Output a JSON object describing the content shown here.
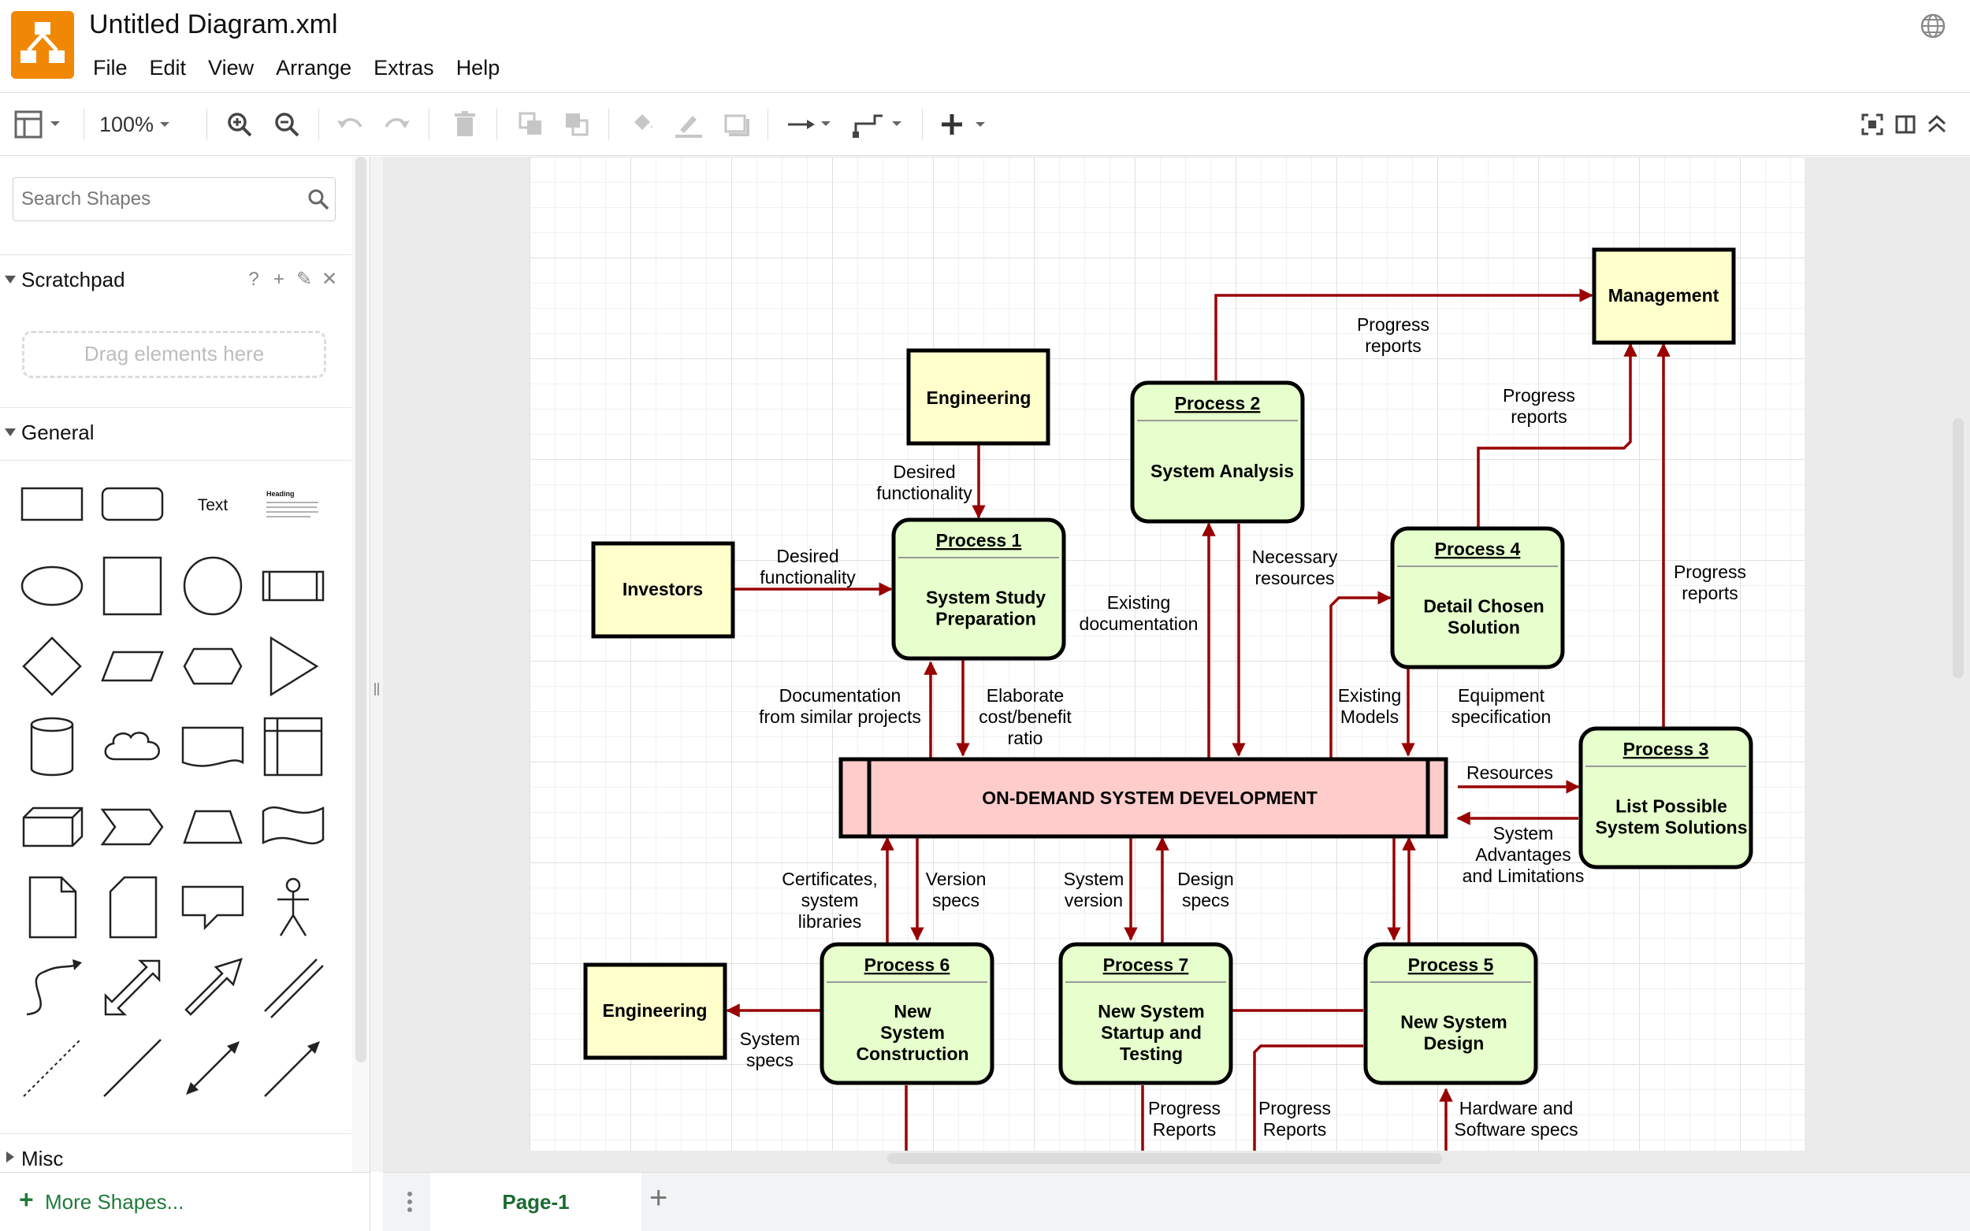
{
  "app": {
    "title": "Untitled Diagram.xml",
    "menu": [
      "File",
      "Edit",
      "View",
      "Arrange",
      "Extras",
      "Help"
    ]
  },
  "toolbar": {
    "zoom": "100%",
    "icons": [
      "format-panel-icon",
      "zoom-in-icon",
      "zoom-out-icon",
      "undo-icon",
      "redo-icon",
      "delete-icon",
      "to-front-icon",
      "to-back-icon",
      "fill-color-icon",
      "line-color-icon",
      "shadow-icon",
      "connection-icon",
      "waypoints-icon",
      "insert-icon",
      "fullscreen-icon",
      "format-toggle-icon",
      "collapse-icon"
    ]
  },
  "sidebar": {
    "search_placeholder": "Search Shapes",
    "scratchpad": {
      "title": "Scratchpad",
      "tools": [
        "?",
        "+",
        "✎",
        "✕"
      ],
      "drop_hint": "Drag elements here"
    },
    "general_title": "General",
    "text_shape_label": "Text",
    "heading_shape_label": "Heading",
    "misc_title": "Misc",
    "more_shapes": "More Shapes..."
  },
  "pages": {
    "current": "Page-1"
  },
  "diagram": {
    "entities": {
      "management": "Management",
      "engineering_top": "Engineering",
      "investors": "Investors",
      "engineering_bottom": "Engineering"
    },
    "processes": [
      {
        "id": "Process 1",
        "name": [
          "System Study",
          "Preparation"
        ]
      },
      {
        "id": "Process 2",
        "name": [
          "System Analysis"
        ]
      },
      {
        "id": "Process 4",
        "name": [
          "Detail Chosen",
          "Solution"
        ]
      },
      {
        "id": "Process 3",
        "name": [
          "List Possible",
          "System Solutions"
        ]
      },
      {
        "id": "Process 6",
        "name": [
          "New",
          "System",
          "Construction"
        ]
      },
      {
        "id": "Process 7",
        "name": [
          "New System",
          "Startup and",
          "Testing"
        ]
      },
      {
        "id": "Process 5",
        "name": [
          "New System",
          "Design"
        ]
      }
    ],
    "central": "ON-DEMAND SYSTEM DEVELOPMENT",
    "labels": {
      "progress_reports_top": [
        "Progress",
        "reports"
      ],
      "progress_reports_p4": [
        "Progress",
        "reports"
      ],
      "progress_reports_p3": [
        "Progress",
        "reports"
      ],
      "desired_func_eng": [
        "Desired",
        "functionality"
      ],
      "desired_func_inv": [
        "Desired",
        "functionality"
      ],
      "existing_doc": [
        "Existing",
        "documentation"
      ],
      "necessary_res": [
        "Necessary",
        "resources"
      ],
      "doc_similar": [
        "Documentation",
        "from similar projects"
      ],
      "elaborate": [
        "Elaborate",
        "cost/benefit",
        "ratio"
      ],
      "existing_models": [
        "Existing",
        "Models"
      ],
      "equipment_spec": [
        "Equipment",
        "specification"
      ],
      "resources": [
        "Resources"
      ],
      "sys_adv": [
        "System",
        "Advantages",
        "and Limitations"
      ],
      "certificates": [
        "Certificates,",
        "system",
        "libraries"
      ],
      "version_specs": [
        "Version",
        "specs"
      ],
      "system_version": [
        "System",
        "version"
      ],
      "design_specs": [
        "Design",
        "specs"
      ],
      "system_specs": [
        "System",
        "specs"
      ],
      "progress_reports_p7": [
        "Progress",
        "Reports"
      ],
      "progress_reports_p5": [
        "Progress",
        "Reports"
      ],
      "hw_sw_specs": [
        "Hardware and",
        "Software specs"
      ]
    }
  }
}
